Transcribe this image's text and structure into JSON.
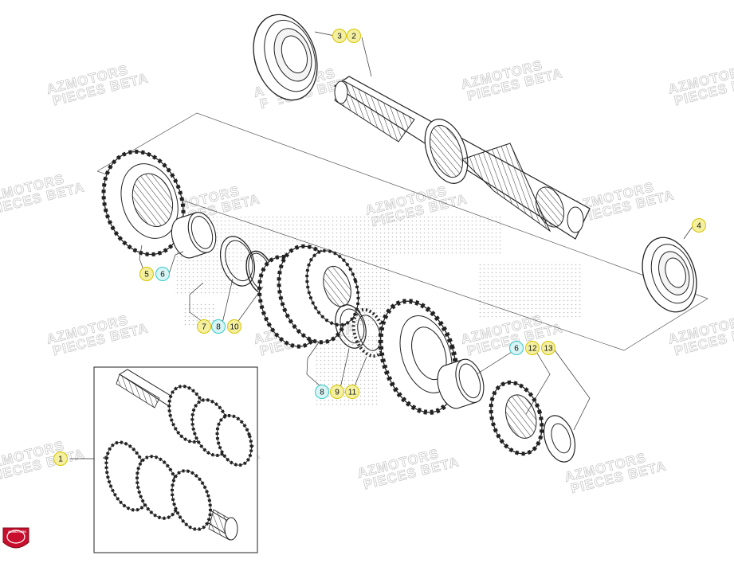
{
  "watermark": {
    "line1": "AZMOTORS",
    "line2": "PIECES BETA"
  },
  "callouts": [
    {
      "id": "c3",
      "label": "3",
      "color": "#f4f0a0",
      "stroke": "#d6c400"
    },
    {
      "id": "c2",
      "label": "2",
      "color": "#f4f0a0",
      "stroke": "#d6c400"
    },
    {
      "id": "c4",
      "label": "4",
      "color": "#f4f0a0",
      "stroke": "#d6c400"
    },
    {
      "id": "c5",
      "label": "5",
      "color": "#f4f0a0",
      "stroke": "#d6c400"
    },
    {
      "id": "c6a",
      "label": "6",
      "color": "#d8f4f4",
      "stroke": "#33c9c9"
    },
    {
      "id": "c7",
      "label": "7",
      "color": "#f4f0a0",
      "stroke": "#d6c400"
    },
    {
      "id": "c8a",
      "label": "8",
      "color": "#d8f4f4",
      "stroke": "#33c9c9"
    },
    {
      "id": "c10",
      "label": "10",
      "color": "#f4f0a0",
      "stroke": "#d6c400"
    },
    {
      "id": "c8b",
      "label": "8",
      "color": "#d8f4f4",
      "stroke": "#33c9c9"
    },
    {
      "id": "c9",
      "label": "9",
      "color": "#f4f0a0",
      "stroke": "#d6c400"
    },
    {
      "id": "c11",
      "label": "11",
      "color": "#f4f0a0",
      "stroke": "#d6c400"
    },
    {
      "id": "c6b",
      "label": "6",
      "color": "#d8f4f4",
      "stroke": "#33c9c9"
    },
    {
      "id": "c12",
      "label": "12",
      "color": "#f4f0a0",
      "stroke": "#d6c400"
    },
    {
      "id": "c13",
      "label": "13",
      "color": "#f4f0a0",
      "stroke": "#d6c400"
    },
    {
      "id": "c1",
      "label": "1",
      "color": "#f4f0a0",
      "stroke": "#d6c400"
    }
  ],
  "logo": {
    "text": "AZMOTORS",
    "color": "#c8102e"
  }
}
